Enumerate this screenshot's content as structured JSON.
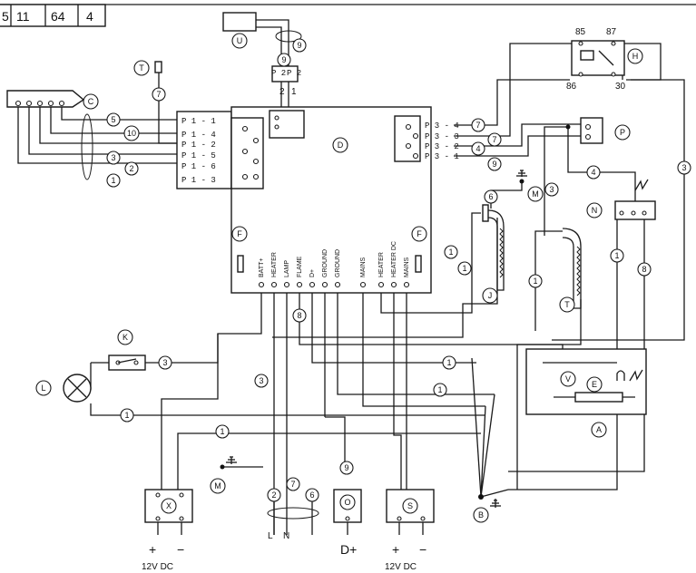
{
  "header_ref": [
    "5",
    "11",
    "64",
    "4"
  ],
  "components": {
    "A": "A",
    "B": "B",
    "C": "C",
    "D": "D",
    "E": "E",
    "F": "F",
    "H": "H",
    "J": "J",
    "K": "K",
    "L": "L",
    "M": "M",
    "N": "N",
    "P": "P",
    "S": "S",
    "T": "T",
    "U": "U",
    "V": "V",
    "X": "X",
    "O": "O"
  },
  "connectors": {
    "p1": [
      "P 1 - 1",
      "P 1 - 4",
      "P 1 - 2",
      "P 1 - 5",
      "P 1 - 6",
      "P 1 - 3"
    ],
    "p3": [
      "P 3 - 4",
      "P 3 - 3",
      "P 3 - 2",
      "P 3 - 1"
    ],
    "p2_left": "P 2",
    "p2_right": "P 2",
    "pins_12": [
      "2",
      "1"
    ]
  },
  "control_unit_pins": [
    "BATT+",
    "HEATER",
    "LAMP",
    "FLAME",
    "D+",
    "GROUND",
    "GROUND",
    "MAINS",
    "HEATER",
    "HEATER DC",
    "MAINS"
  ],
  "relay_pins": {
    "p85": "85",
    "p87": "87",
    "p86": "86",
    "p30": "30"
  },
  "wire_numbers": {
    "c5": "5",
    "c10": "10",
    "c3a": "3",
    "c2": "2",
    "c1a": "1",
    "t7": "7",
    "u9a": "9",
    "u9b": "9",
    "p3_7a": "7",
    "p3_7b": "7",
    "p3_4": "4",
    "p3_9": "9",
    "m6": "6",
    "p_3": "3",
    "n4": "4",
    "h3": "3",
    "j1a": "1",
    "j1b": "1",
    "t1": "1",
    "n1": "1",
    "n8": "8",
    "k3": "3",
    "lamp8": "8",
    "v1": "1",
    "c3b": "3",
    "e1": "1",
    "l1": "1",
    "x1": "1",
    "x2": "2",
    "x7": "7",
    "x6": "6",
    "o9": "9"
  },
  "supply": {
    "left": "12V  DC",
    "right": "12V  DC",
    "plus": "+",
    "minus": "−",
    "L": "L",
    "N": "N",
    "Dplus": "D+"
  }
}
